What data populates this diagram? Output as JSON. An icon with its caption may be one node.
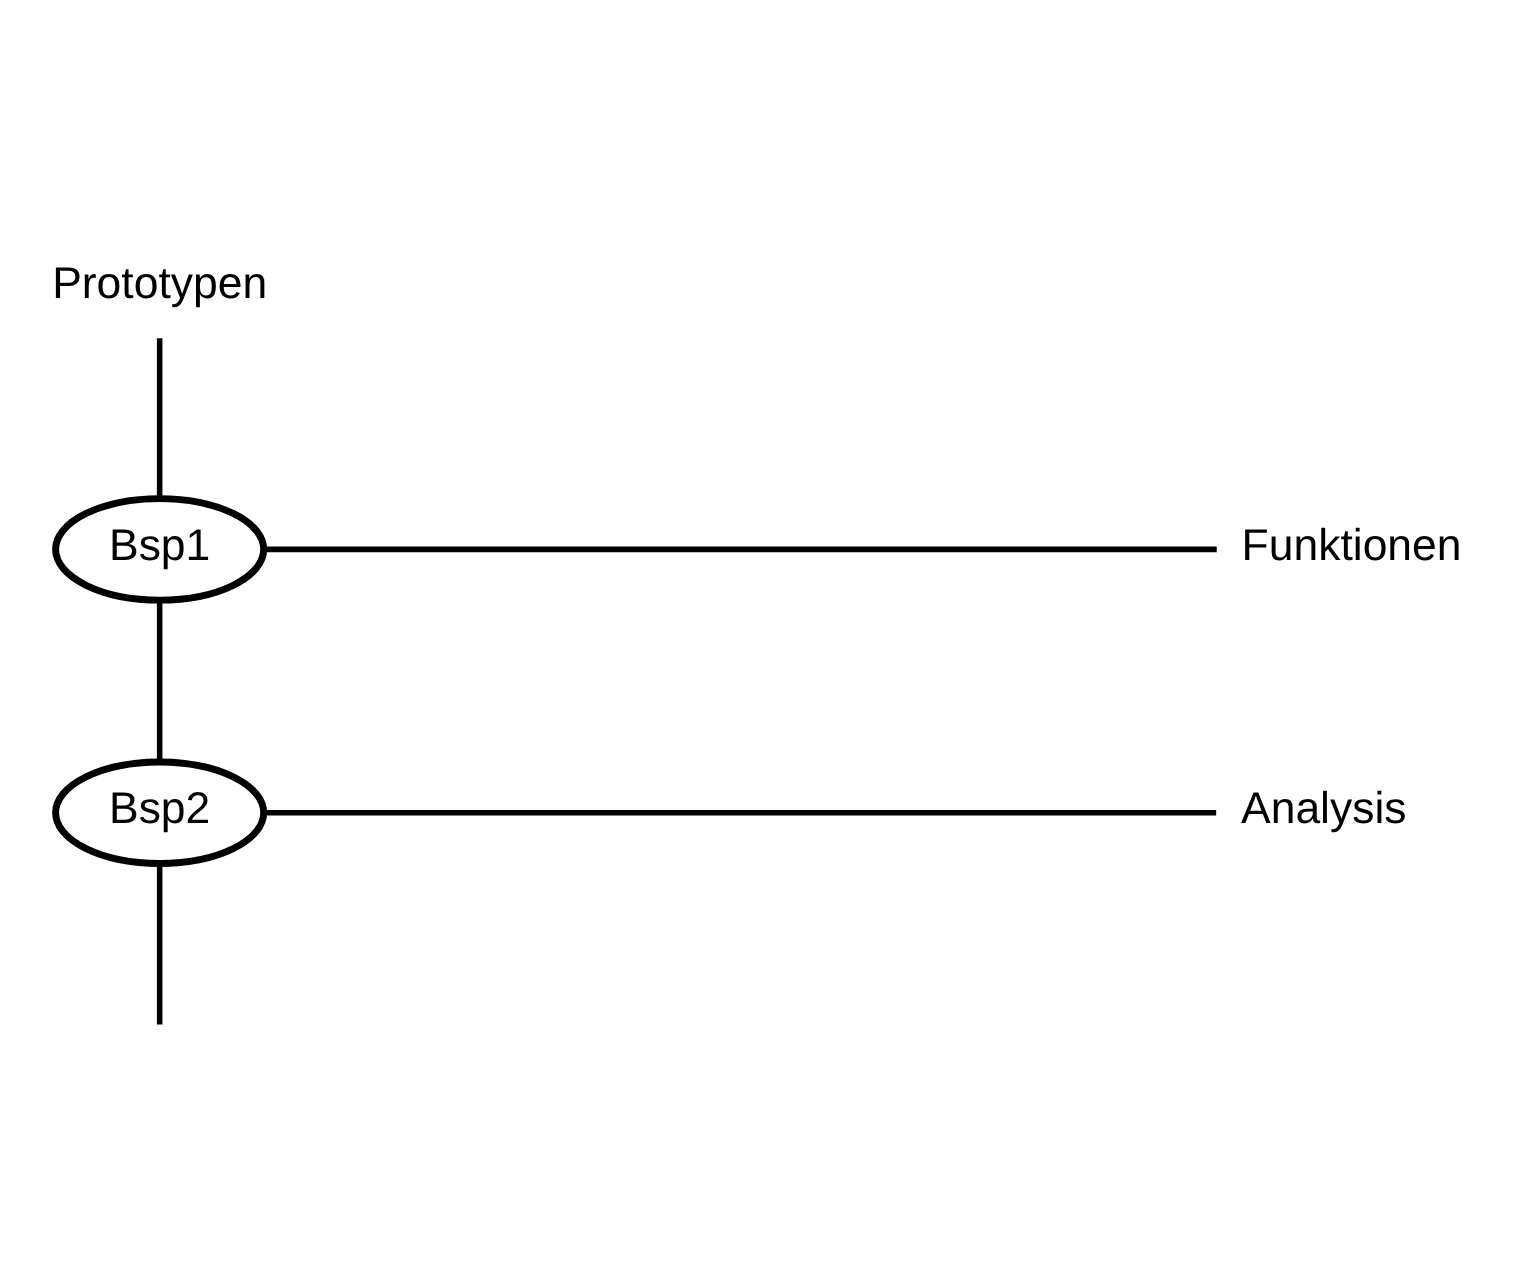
{
  "diagram": {
    "nodes": [
      {
        "text": [
          "Prototypen"
        ]
      },
      {
        "text": [
          "Bsp1"
        ]
      },
      {
        "text": [
          "Funktionen"
        ]
      },
      {
        "text": [
          "Bsp2"
        ]
      },
      {
        "text": [
          "Analysis"
        ]
      }
    ],
    "edges": [
      {
        "from": 0,
        "to": 1,
        "arrow": "none"
      },
      {
        "from": 1,
        "to": 2,
        "arrow": "none"
      },
      {
        "from": 1,
        "to": 3,
        "arrow": "none"
      },
      {
        "from": 3,
        "to": 4,
        "arrow": "none"
      },
      {
        "from": 3,
        "to": null,
        "arrow": "none"
      }
    ]
  }
}
